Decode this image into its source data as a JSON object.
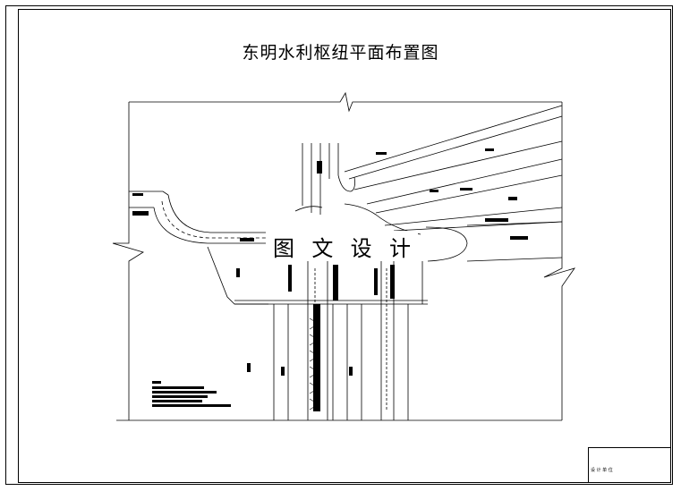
{
  "drawing": {
    "title": "东明水利枢纽平面布置图",
    "watermark": [
      "图",
      "文",
      "设",
      "计"
    ]
  },
  "title_block": {
    "cell_label": "设 计 单 位"
  },
  "colors": {
    "line": "#000000",
    "background": "#ffffff"
  }
}
